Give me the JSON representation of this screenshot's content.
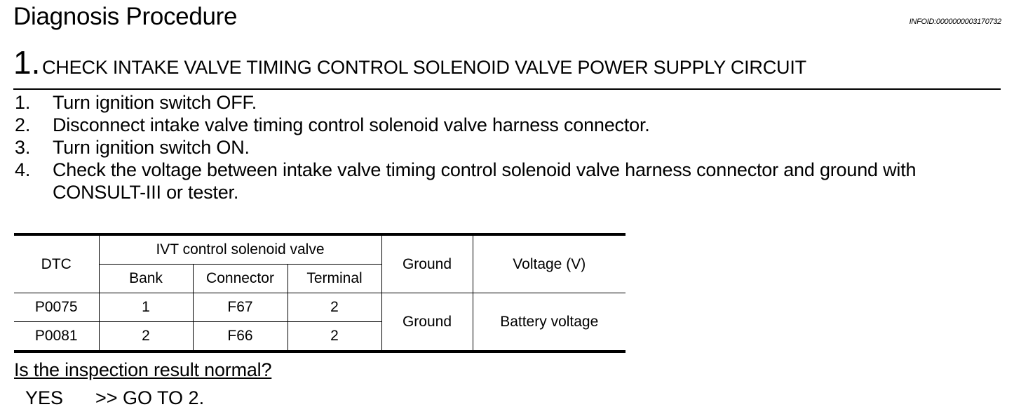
{
  "header": {
    "title": "Diagnosis Procedure",
    "info_id": "INFOID:0000000003170732"
  },
  "step": {
    "number": "1.",
    "title": "CHECK INTAKE VALVE TIMING CONTROL SOLENOID VALVE POWER SUPPLY CIRCUIT"
  },
  "instructions": [
    {
      "num": "1.",
      "line1": "Turn ignition switch OFF.",
      "line2": ""
    },
    {
      "num": "2.",
      "line1": "Disconnect intake valve timing control solenoid valve harness connector.",
      "line2": ""
    },
    {
      "num": "3.",
      "line1": "Turn ignition switch ON.",
      "line2": ""
    },
    {
      "num": "4.",
      "line1": "Check the voltage between intake valve timing control solenoid valve harness connector and ground with",
      "line2": "CONSULT-III or tester."
    }
  ],
  "table": {
    "col_dtc": "DTC",
    "group_ivt": "IVT control solenoid valve",
    "col_bank": "Bank",
    "col_connector": "Connector",
    "col_terminal": "Terminal",
    "col_ground": "Ground",
    "col_voltage": "Voltage (V)",
    "rows": [
      {
        "dtc": "P0075",
        "bank": "1",
        "connector": "F67",
        "terminal": "2"
      },
      {
        "dtc": "P0081",
        "bank": "2",
        "connector": "F66",
        "terminal": "2"
      }
    ],
    "ground_value": "Ground",
    "voltage_value": "Battery voltage"
  },
  "inspection": {
    "question": "Is the inspection result normal?",
    "result": "YES",
    "action": ">> GO TO 2."
  }
}
